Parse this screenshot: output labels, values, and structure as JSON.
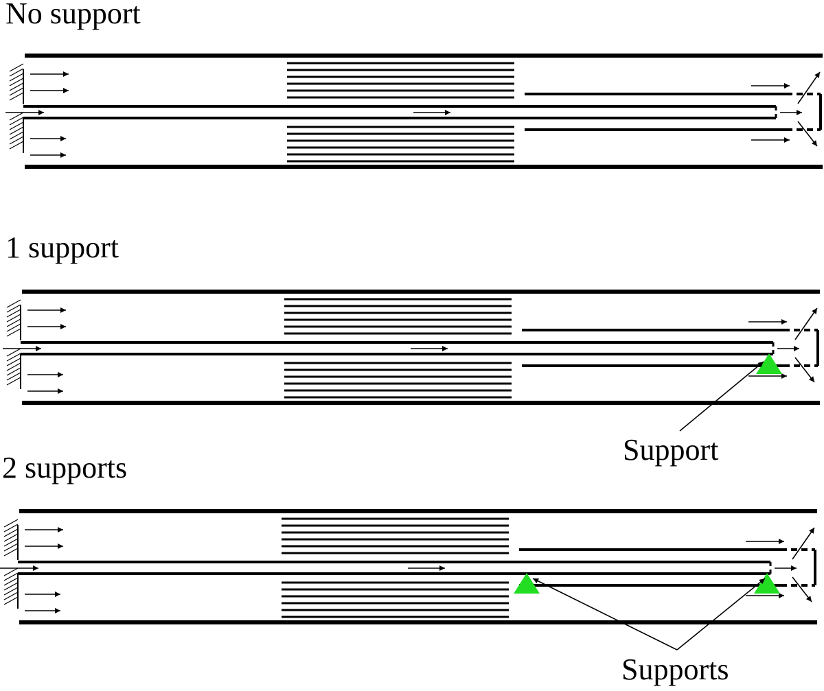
{
  "panels": [
    {
      "id": "no-support",
      "title": "No support",
      "support_count": 0
    },
    {
      "id": "one-support",
      "title": "1 support",
      "support_count": 1
    },
    {
      "id": "two-supports",
      "title": "2 supports",
      "support_count": 2
    }
  ],
  "callouts": {
    "single": "Support",
    "plural": "Supports"
  },
  "colors": {
    "line": "#000000",
    "support_marker": "#22dd22",
    "background": "#ffffff"
  },
  "icons": {
    "support": "support-triangle-icon",
    "wall": "hatched-wall-icon",
    "flow": "flow-arrow-icon"
  }
}
